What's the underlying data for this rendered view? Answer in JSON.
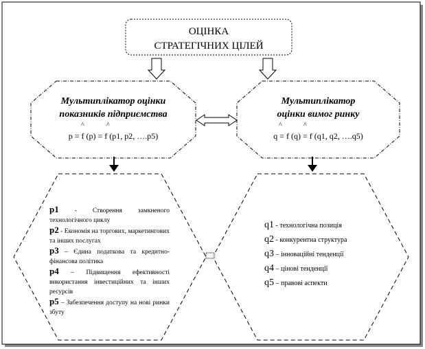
{
  "title": {
    "line1": "ОЦІНКА",
    "line2": "СТРАТЕГІЧНИХ ЦІЛЕЙ"
  },
  "left_multiplier": {
    "line1": "Мультиплікатор оцінки",
    "line2": "показників підприємства",
    "formula": "p = f (p) = f (p1, p2, ….p5)"
  },
  "right_multiplier": {
    "line1": "Мультиплікатор",
    "line2": "оцінки вимог ринку",
    "formula": "q = f (q) = f (q1, q2, ….q5)"
  },
  "p_items": [
    {
      "key": "p1",
      "text": " - Створення замкненого технологічного циклу"
    },
    {
      "key": "p2",
      "text": " - Економія на торгових, маркетингових та інших послугах"
    },
    {
      "key": "p3",
      "text": " – Єдина податкова та кредитно-фінансова політика"
    },
    {
      "key": "p4",
      "text": " – Підвищення ефективності використання інвестиційних та інших ресурсів"
    },
    {
      "key": "p5",
      "text": " – Забезпечення доступу на нові ринки збуту"
    }
  ],
  "q_items": [
    {
      "key": "q1",
      "text": " - технологічна позиція"
    },
    {
      "key": "q2",
      "text": " - конкурентна структура"
    },
    {
      "key": "q3",
      "text": " – інноваційні тенденції"
    },
    {
      "key": "q4",
      "text": " – цінові тенденції"
    },
    {
      "key": "q5",
      "text": " – правові аспекти"
    }
  ]
}
